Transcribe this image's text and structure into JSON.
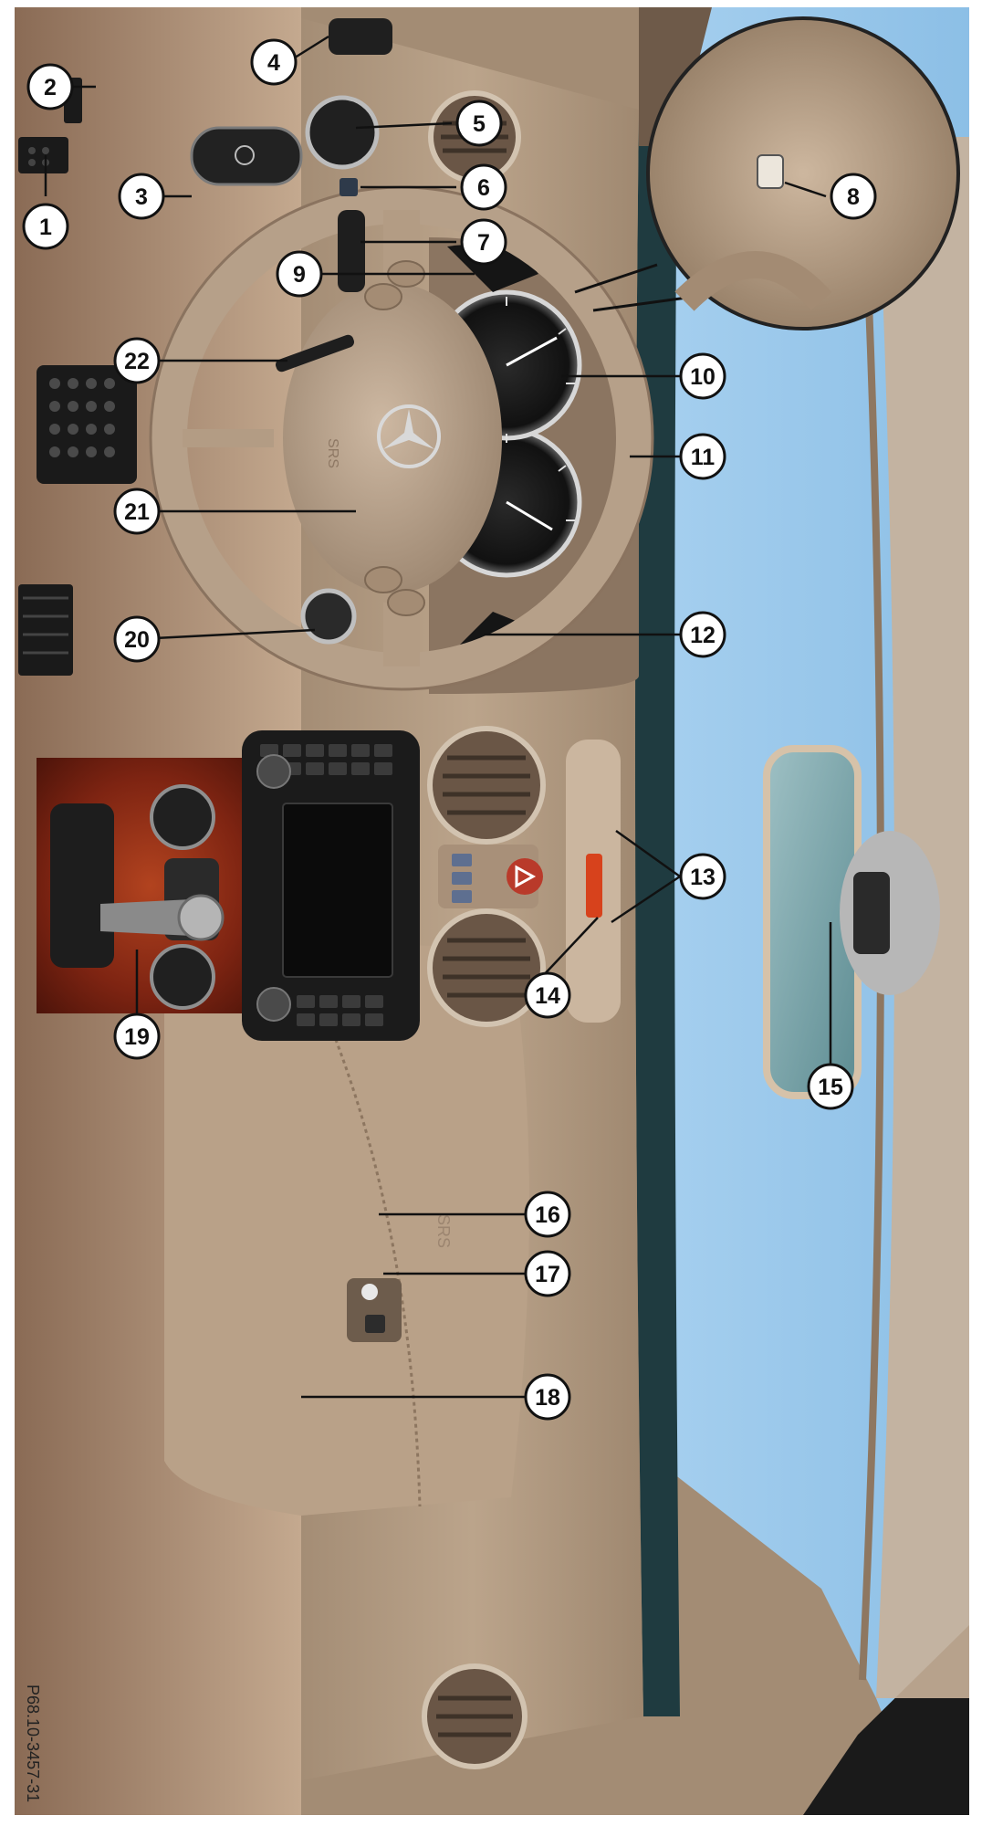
{
  "image": {
    "reference_code": "P68.10-3457-31",
    "colors": {
      "sky": "#93c3e8",
      "leather": "#b59e85",
      "leather_dark": "#8c7662",
      "leather_light": "#d3c1ab",
      "wood": "#8a2a17",
      "black": "#1c1c1c",
      "chrome": "#c9c9c9"
    }
  },
  "callouts": [
    {
      "number": "1"
    },
    {
      "number": "2"
    },
    {
      "number": "3"
    },
    {
      "number": "4"
    },
    {
      "number": "5"
    },
    {
      "number": "6"
    },
    {
      "number": "7"
    },
    {
      "number": "8"
    },
    {
      "number": "9"
    },
    {
      "number": "10"
    },
    {
      "number": "11"
    },
    {
      "number": "12"
    },
    {
      "number": "13"
    },
    {
      "number": "14"
    },
    {
      "number": "15"
    },
    {
      "number": "16"
    },
    {
      "number": "17"
    },
    {
      "number": "18"
    },
    {
      "number": "19"
    },
    {
      "number": "20"
    },
    {
      "number": "21"
    },
    {
      "number": "22"
    }
  ],
  "icons": {
    "steering_logo": "three-pointed-star-icon",
    "hazard": "hazard-triangle-icon",
    "brake": "parking-brake-icon"
  }
}
